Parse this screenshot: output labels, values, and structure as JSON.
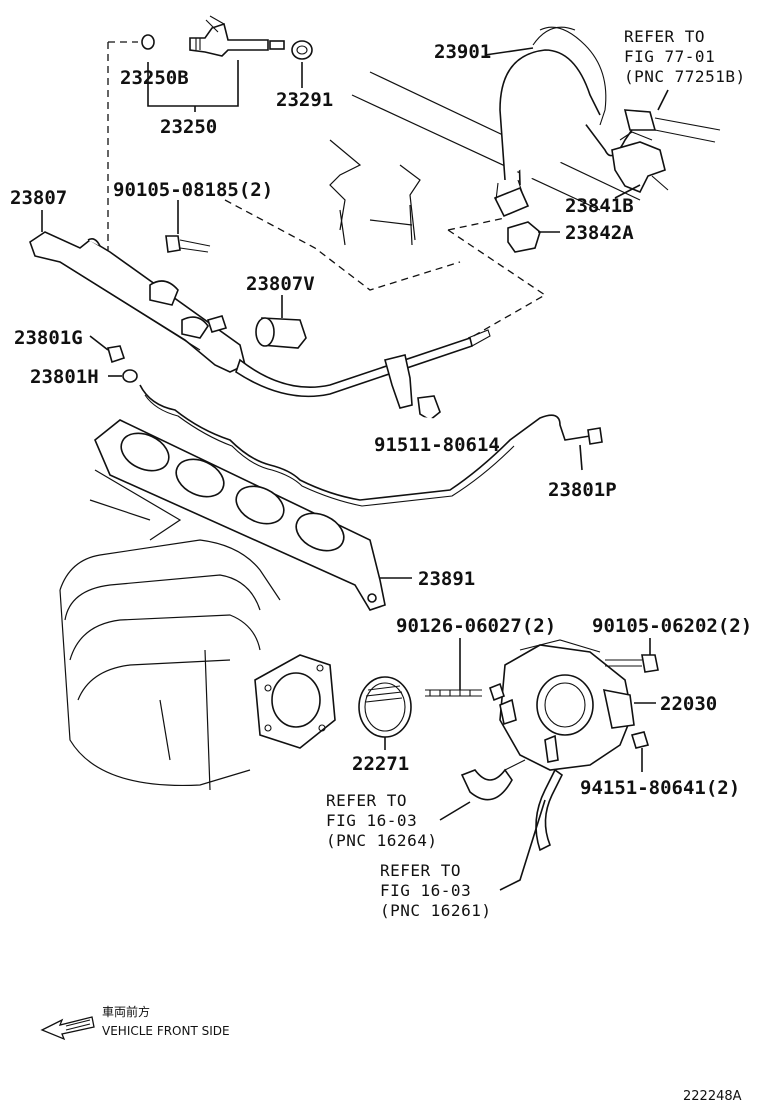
{
  "labels": {
    "p23250B": "23250B",
    "p23250": "23250",
    "p23291": "23291",
    "p23901": "23901",
    "p23807": "23807",
    "p90105_08185": "90105-08185(2)",
    "p23807V": "23807V",
    "p23841B": "23841B",
    "p23842A": "23842A",
    "p23801G": "23801G",
    "p23801H": "23801H",
    "p91511": "91511-80614",
    "p23801P": "23801P",
    "p23891": "23891",
    "p90126": "90126-06027(2)",
    "p90105_06202": "90105-06202(2)",
    "p22030": "22030",
    "p22271": "22271",
    "p94151": "94151-80641(2)"
  },
  "refs": {
    "top": [
      "REFER TO",
      "FIG 77-01",
      "(PNC 77251B)"
    ],
    "mid": [
      "REFER TO",
      "FIG 16-03",
      "(PNC 16264)"
    ],
    "bottom": [
      "REFER TO",
      "FIG 16-03",
      "(PNC 16261)"
    ]
  },
  "legend": {
    "japanese": "車両前方",
    "english": "VEHICLE FRONT SIDE"
  },
  "figure_id": "222248A"
}
